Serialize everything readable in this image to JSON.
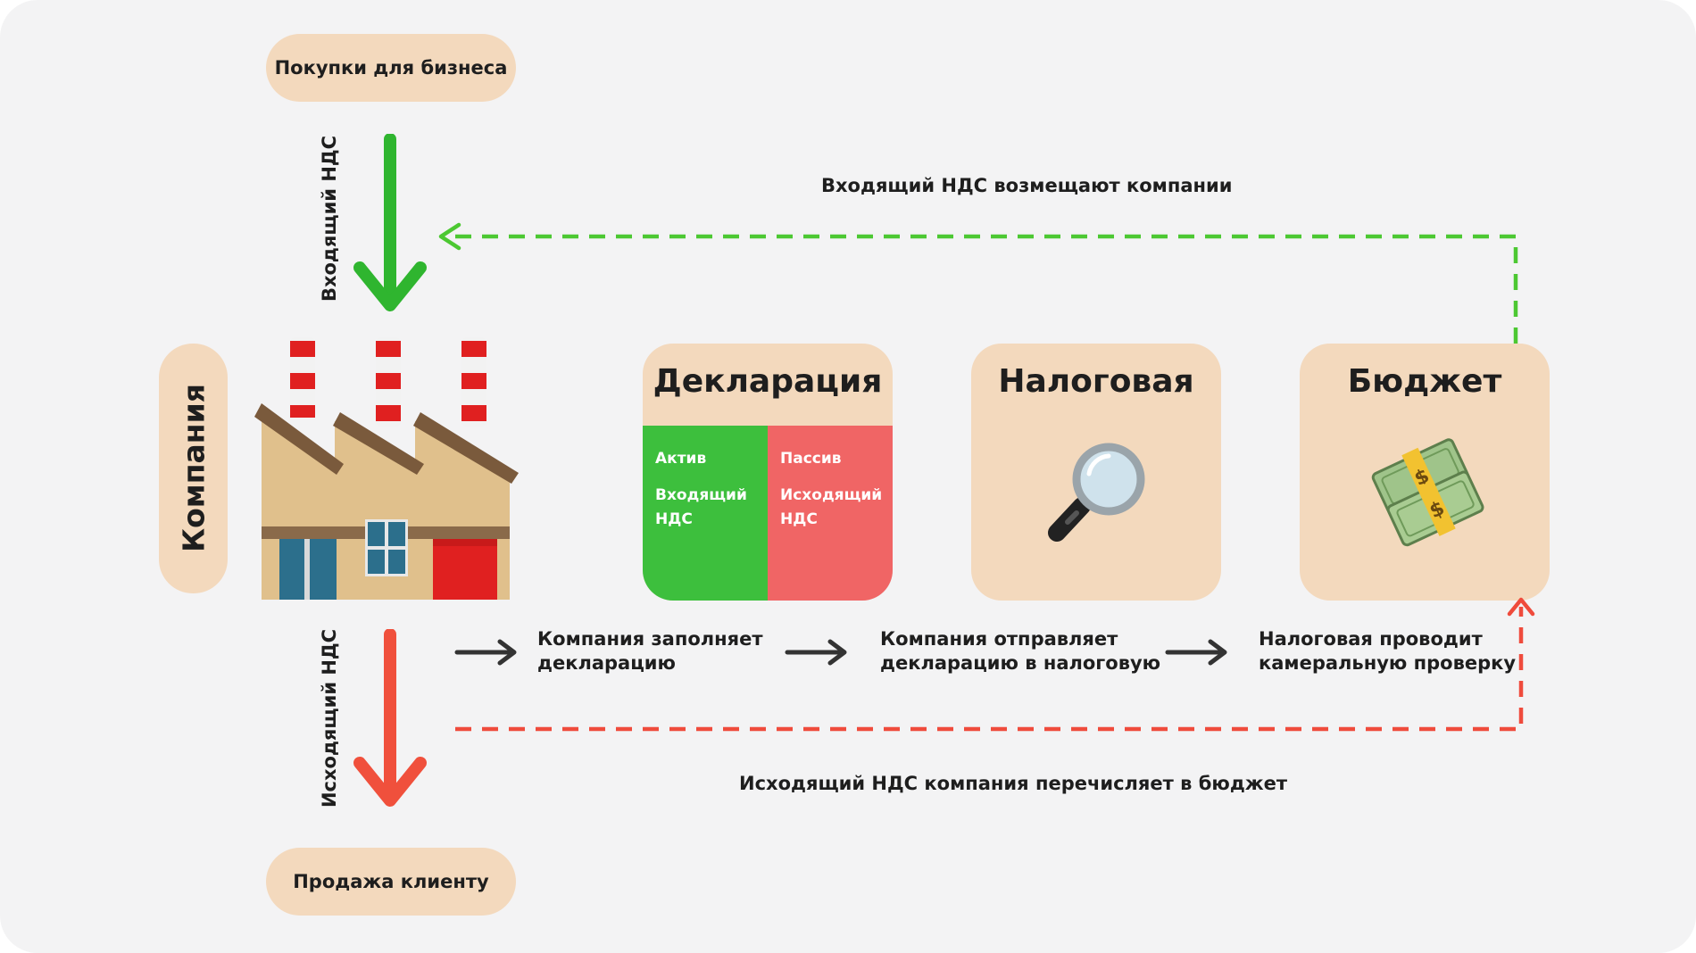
{
  "top_pill": {
    "label": "Покупки для бизнеса"
  },
  "bottom_pill": {
    "label": "Продажа клиенту"
  },
  "company_label": "Компания",
  "input_vat_label": "Входящий НДС",
  "output_vat_label": "Исходящий НДС",
  "declaration": {
    "title": "Декларация",
    "active": {
      "title": "Актив",
      "line1": "Входящий",
      "line2": "НДС"
    },
    "passive": {
      "title": "Пассив",
      "line1": "Исходящий",
      "line2": "НДС"
    }
  },
  "tax_office": {
    "title": "Налоговая"
  },
  "budget": {
    "title": "Бюджет"
  },
  "steps": [
    {
      "text": "Компания заполняет\nдекларацию"
    },
    {
      "text": "Компания отправляет\nдекларацию в налоговую"
    },
    {
      "text": "Налоговая проводит\nкамеральную проверку"
    }
  ],
  "notes": {
    "refund": "Входящий НДС возмещают компании",
    "transfer": "Исходящий НДС компания перечисляет в бюджет"
  },
  "colors": {
    "card_bg": "#f3d9bd",
    "active_green": "#3dbf3d",
    "passive_red": "#f06565",
    "arrow_green": "#2fb52f",
    "arrow_red": "#f0503c",
    "dash_green": "#4cc832",
    "dash_red": "#ef4b3c",
    "dark_arrow": "#333333"
  },
  "icons": [
    "factory-icon",
    "magnifier-icon",
    "money-icon",
    "arrow-right-icon"
  ]
}
